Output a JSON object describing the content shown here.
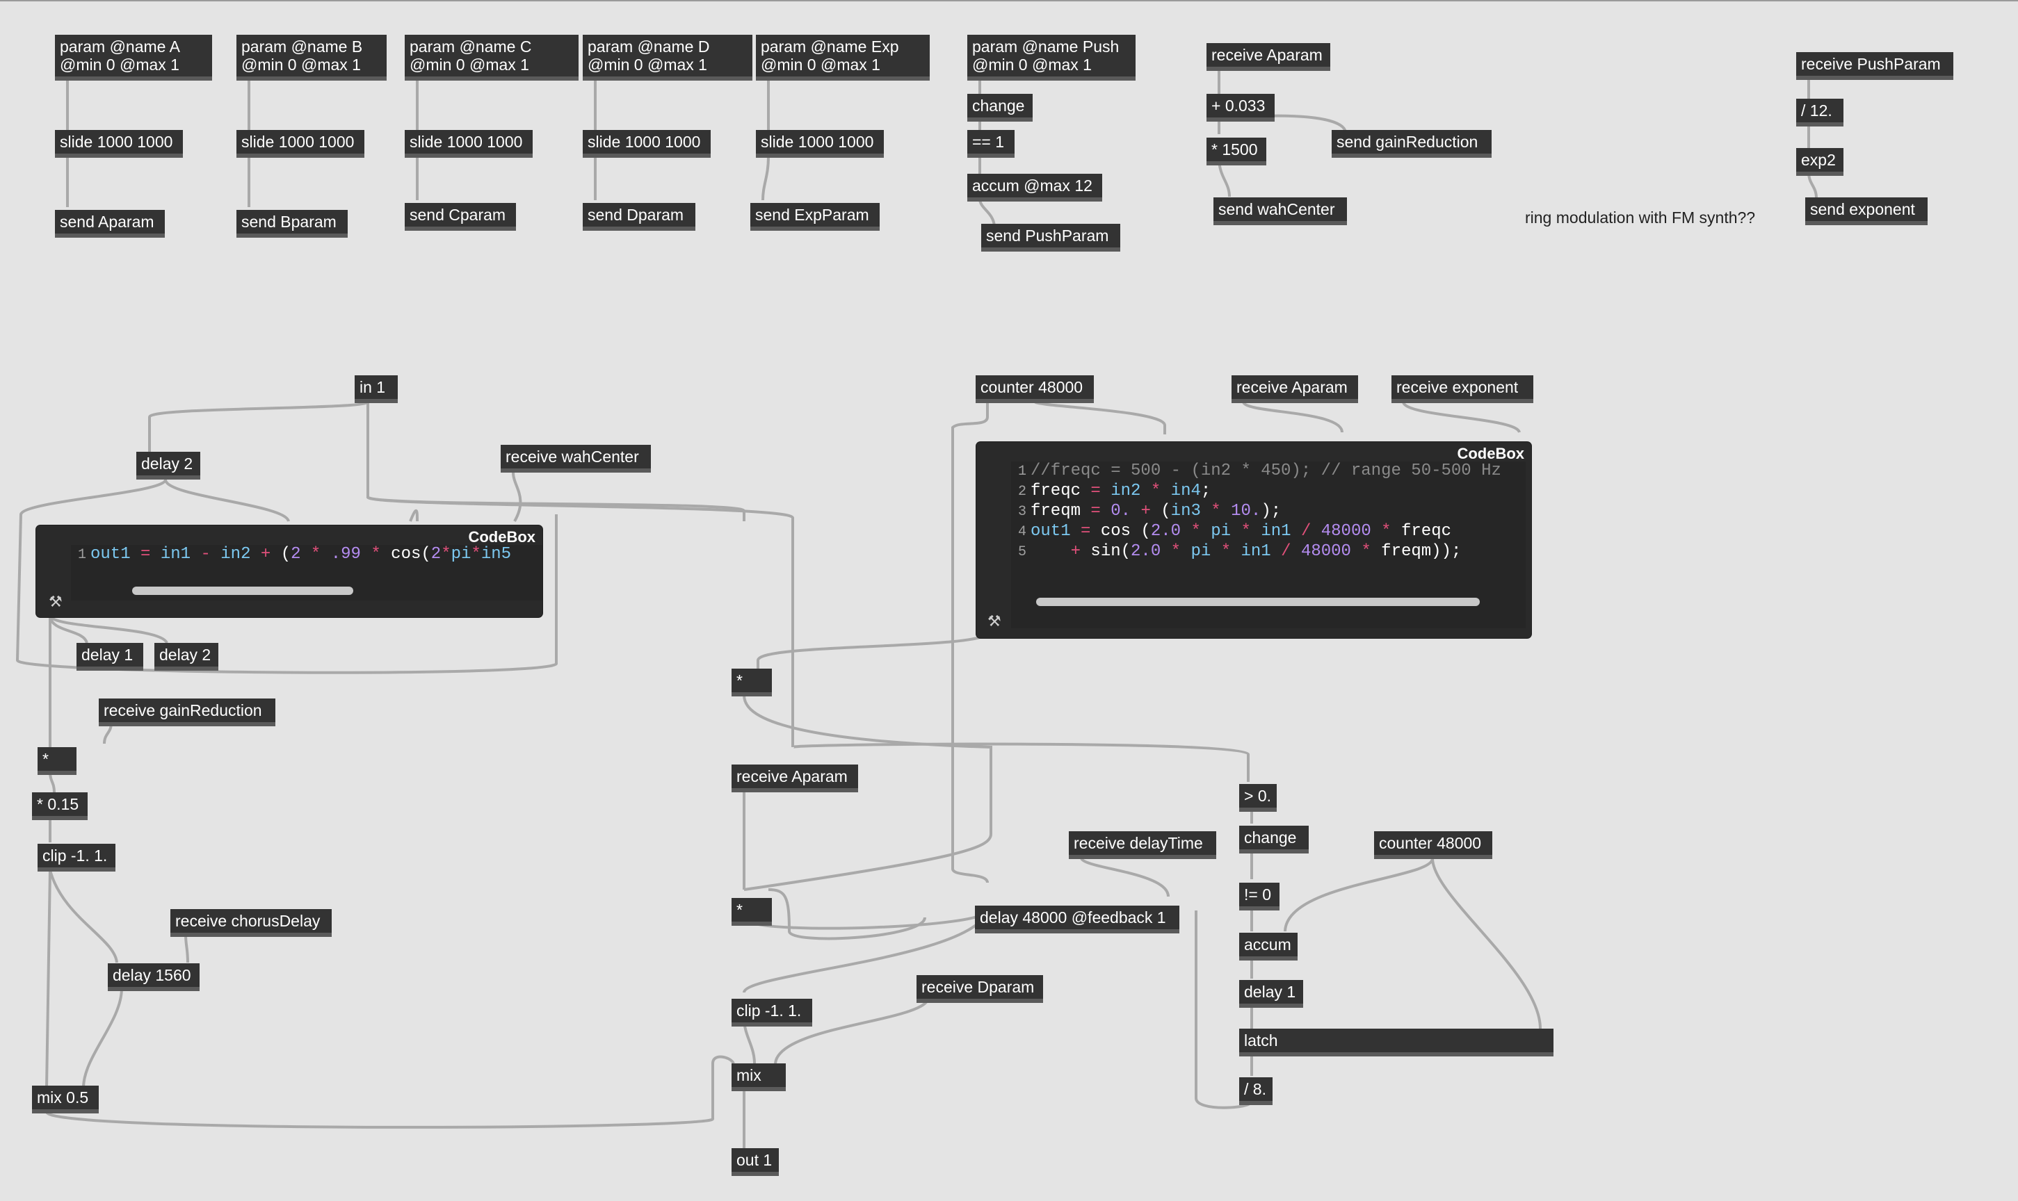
{
  "objects": {
    "paramA": "param @name A\n@min 0 @max 1",
    "paramB": "param @name B\n@min 0 @max 1",
    "paramC": "param @name C\n@min 0 @max 1",
    "paramD": "param @name D\n@min 0 @max 1",
    "paramExp": "param @name Exp\n@min 0 @max 1",
    "paramPush": "param @name Push\n@min 0 @max 1",
    "slideA": "slide 1000 1000",
    "slideB": "slide 1000 1000",
    "slideC": "slide 1000 1000",
    "slideD": "slide 1000 1000",
    "slideExp": "slide 1000 1000",
    "sendA": "send Aparam",
    "sendB": "send Bparam",
    "sendC": "send Cparam",
    "sendD": "send Dparam",
    "sendExp": "send ExpParam",
    "change1": "change",
    "eq1": "== 1",
    "accumMax": "accum @max 12",
    "sendPush": "send PushParam",
    "recvAparam1": "receive Aparam",
    "plus033": "+ 0.033",
    "sendGain": "send gainReduction",
    "mul1500": "* 1500",
    "sendWah": "send wahCenter",
    "recvPush": "receive PushParam",
    "div12": "/ 12.",
    "exp2": "exp2",
    "sendExponent": "send exponent",
    "in1": "in 1",
    "delay2a": "delay 2",
    "recvWah": "receive wahCenter",
    "delay1a": "delay 1",
    "delay2b": "delay 2",
    "recvGain": "receive gainReduction",
    "mulA": "*",
    "mul015": "* 0.15",
    "clipA": "clip -1. 1.",
    "recvChorus": "receive chorusDelay",
    "delay1560": "delay 1560",
    "mix05": "mix 0.5",
    "counter1": "counter 48000",
    "recvAparam2": "receive Aparam",
    "recvExponent": "receive exponent",
    "mulB": "*",
    "recvAparam3": "receive Aparam",
    "mulC": "*",
    "gt0": "> 0.",
    "change2": "change",
    "recvDelayTime": "receive delayTime",
    "counter2": "counter 48000",
    "neq0": "!= 0",
    "delayFb": "delay 48000 @feedback 1",
    "accum2": "accum",
    "delay1b": "delay 1",
    "latch": "latch",
    "div8": "/ 8.",
    "recvDparam": "receive Dparam",
    "clipB": "clip -1. 1.",
    "mix": "mix",
    "out1": "out 1"
  },
  "comment": "ring modulation with FM synth??",
  "codebox1": {
    "title": "CodeBox",
    "line_numbers": [
      "1"
    ],
    "lines": [
      "out1 = in1 - in2 + (2 * .99 * cos(2*pi*in5"
    ]
  },
  "codebox2": {
    "title": "CodeBox",
    "line_numbers": [
      "1",
      "2",
      "3",
      "4",
      "5"
    ],
    "lines": [
      "//freqc = 500 - (in2 * 450); // range 50-500 Hz",
      "freqc = in2 * in4;",
      "freqm = 0. + (in3 * 10.);",
      "out1 = cos (2.0 * pi * in1 / 48000 * freqc",
      "    + sin(2.0 * pi * in1 / 48000 * freqm));"
    ]
  },
  "colors": {
    "background": "#e4e4e4",
    "object": "#333333",
    "patchcord": "#a9a9a9",
    "var": "#7cc8f0",
    "operator": "#e0507a",
    "number": "#b48cf0"
  }
}
